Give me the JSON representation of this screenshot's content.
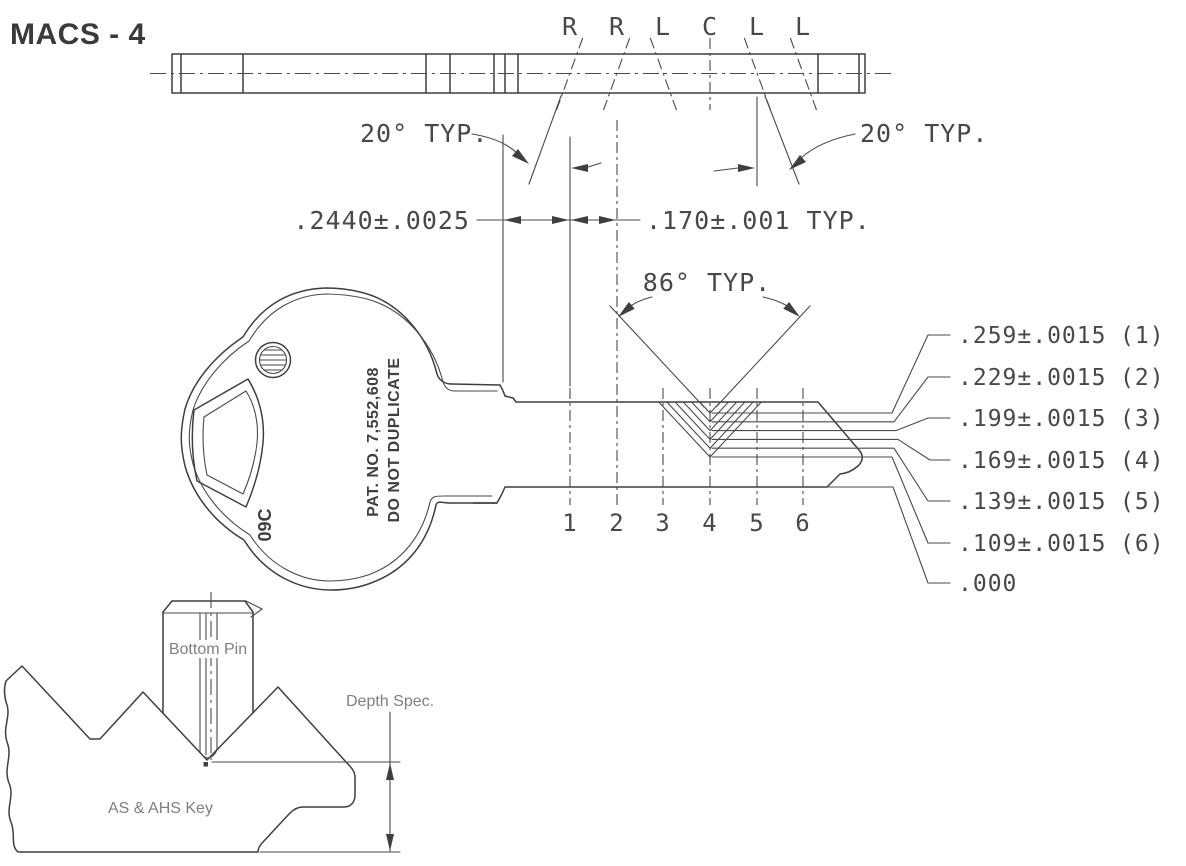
{
  "title": "MACS - 4",
  "top_view": {
    "cut_sequence": [
      "R",
      "R",
      "L",
      "C",
      "L",
      "L"
    ]
  },
  "annotations": {
    "angle_left": "20° TYP.",
    "angle_right": "20° TYP.",
    "first_cut_spacing": ".2440±.0025",
    "cut_spacing": ".170±.001 TYP.",
    "cut_angle": "86° TYP."
  },
  "depth_table": {
    "rows": [
      {
        "depth": ".259±.0015",
        "number": "(1)"
      },
      {
        "depth": ".229±.0015",
        "number": "(2)"
      },
      {
        "depth": ".199±.0015",
        "number": "(3)"
      },
      {
        "depth": ".169±.0015",
        "number": "(4)"
      },
      {
        "depth": ".139±.0015",
        "number": "(5)"
      },
      {
        "depth": ".109±.0015",
        "number": "(6)"
      },
      {
        "depth": ".000",
        "number": ""
      }
    ]
  },
  "cut_positions": [
    "1",
    "2",
    "3",
    "4",
    "5",
    "6"
  ],
  "key_head": {
    "patent": "PAT. NO. 7,552,608",
    "warning": "DO NOT DUPLICATE",
    "keyway": "09C"
  },
  "pin_view": {
    "pin_label": "Bottom Pin",
    "depth_label": "Depth Spec.",
    "key_label": "AS & AHS Key"
  },
  "colors": {
    "line": "#3f3f3f",
    "label": "#7f7f7f"
  }
}
